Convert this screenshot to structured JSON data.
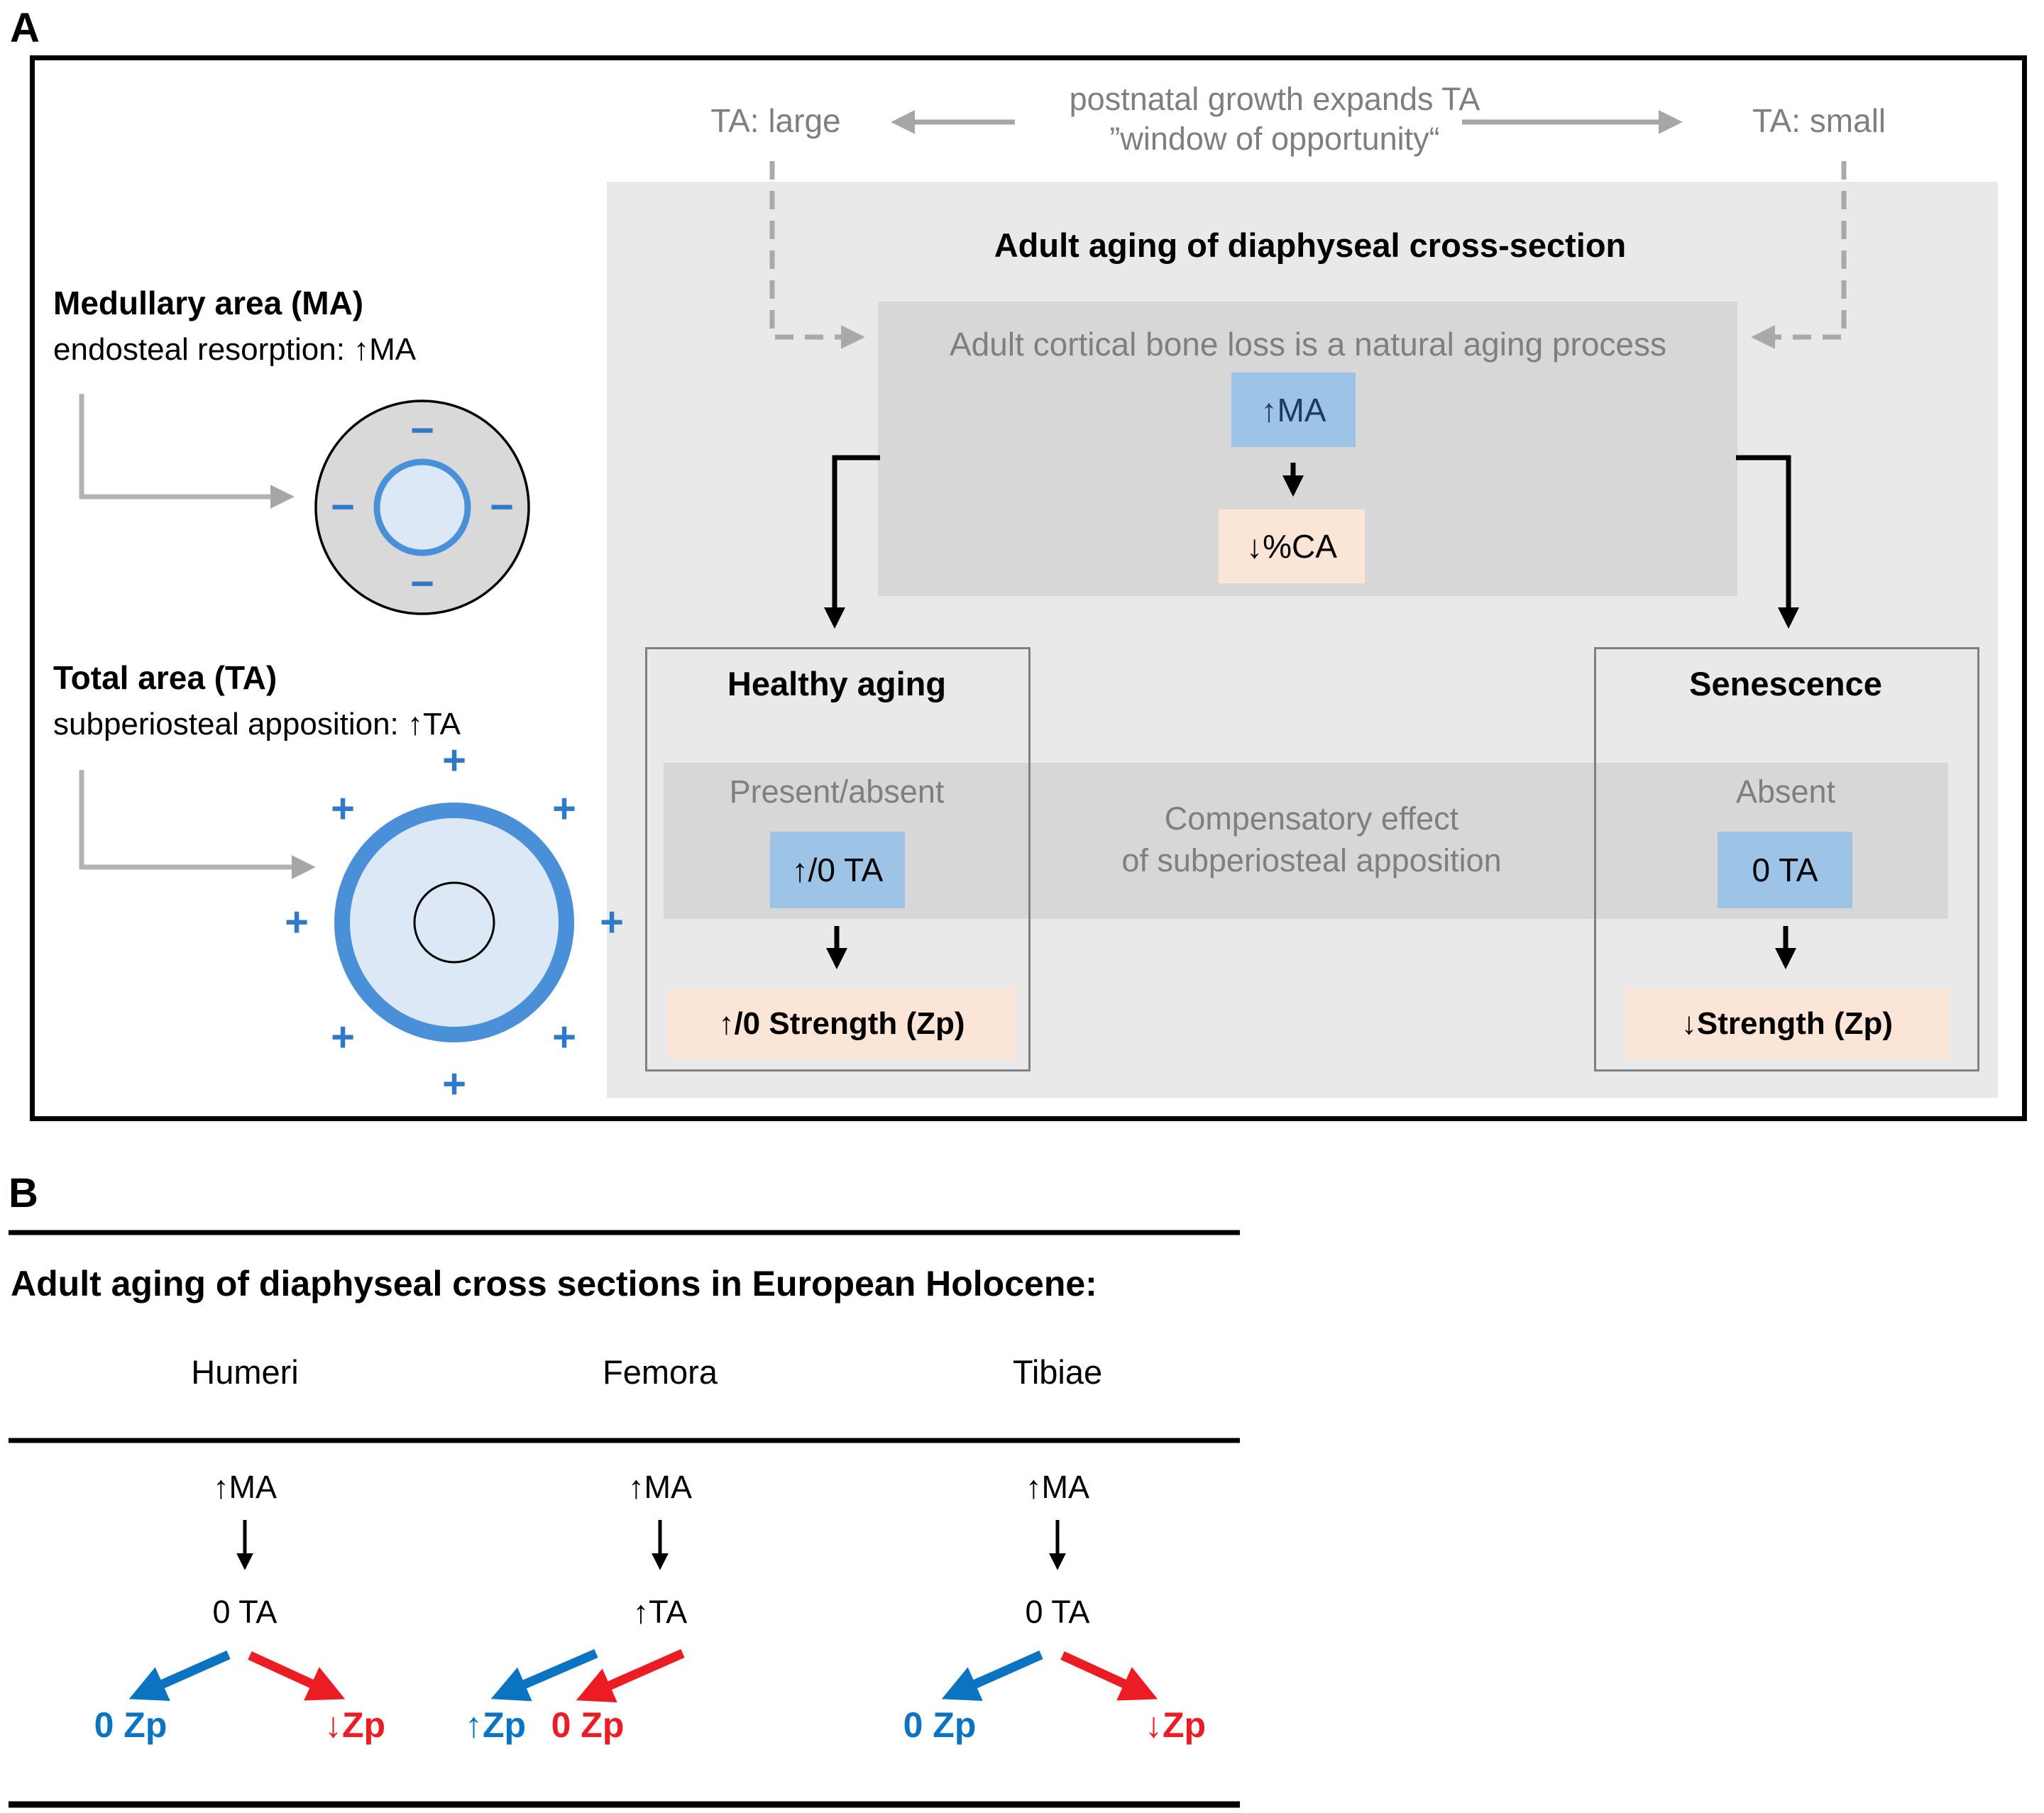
{
  "panel_a": {
    "label": "A",
    "growth": {
      "ta_large": "TA: large",
      "line1": "postnatal growth expands TA",
      "line2": "”window of opportunity“",
      "ta_small": "TA: small"
    },
    "title": "Adult aging of diaphyseal cross-section",
    "cortical_note": "Adult cortical bone loss is a natural aging process",
    "ma_box": "↑MA",
    "ca_box": "↓%CA",
    "healthy": {
      "title": "Healthy aging",
      "status": "Present/absent",
      "ta_box": "↑/0 TA",
      "strength_box": "↑/0 Strength (Zp)"
    },
    "senescence": {
      "title": "Senescence",
      "status": "Absent",
      "ta_box": "0 TA",
      "strength_box": "↓Strength (Zp)"
    },
    "band": {
      "line1": "Compensatory effect",
      "line2": "of subperiosteal apposition"
    },
    "medullary": {
      "title": "Medullary area (MA)",
      "subtitle": "endosteal resorption: ↑MA",
      "minus_sign": "−"
    },
    "total": {
      "title": "Total area (TA)",
      "subtitle": "subperiosteal apposition: ↑TA",
      "plus_sign": "+"
    }
  },
  "panel_b": {
    "label": "B",
    "heading": "Adult aging of diaphyseal cross sections in European Holocene:",
    "columns": [
      {
        "name": "Humeri",
        "ma": "↑MA",
        "ta": "0 TA",
        "zp_left": "0 Zp",
        "zp_right": "↓Zp"
      },
      {
        "name": "Femora",
        "ma": "↑MA",
        "ta": "↑TA",
        "zp_left": "↑Zp",
        "zp_right": "0 Zp"
      },
      {
        "name": "Tibiae",
        "ma": "↑MA",
        "ta": "0 TA",
        "zp_left": "0 Zp",
        "zp_right": "↓Zp"
      }
    ]
  },
  "colors": {
    "blue_box": "#9dc3e6",
    "peach_box": "#fbe5d6",
    "navy_text": "#1f3864",
    "zp_blue": "#0b74c2",
    "zp_red": "#ec1c24",
    "gray_text": "#7f7f7f",
    "panel_gray": "#e9e9e9",
    "band_gray": "#d7d7d7",
    "ring_blue": "#4a90d9",
    "sign_blue": "#2e79c8"
  }
}
